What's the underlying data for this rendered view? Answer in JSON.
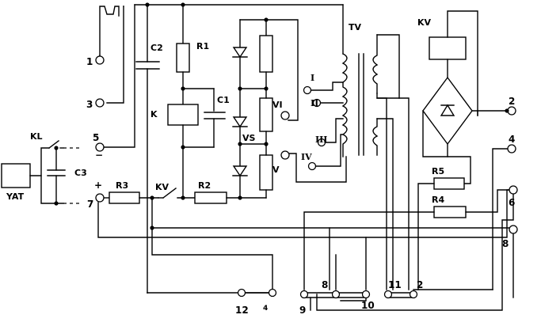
{
  "components": {
    "C1": "C1",
    "C2": "C2",
    "C3": "C3",
    "R1": "R1",
    "R2": "R2",
    "R3": "R3",
    "R4": "R4",
    "R5": "R5",
    "K": "K",
    "KL": "KL",
    "KV_top": "KV",
    "KV_contact": "KV",
    "VS": "VS",
    "V": "V",
    "VI": "VI",
    "TV": "TV",
    "YAT": "YAT"
  },
  "taps": {
    "I": "I",
    "II": "II",
    "III": "III",
    "IV": "IV"
  },
  "terminals": {
    "t1": "1",
    "t3": "3",
    "t5": "5",
    "t7": "7",
    "t2": "2",
    "t4": "4",
    "t6": "6",
    "t8": "8",
    "b12": "12",
    "b4": "4",
    "b9": "9",
    "b8": "8",
    "b10": "10",
    "b11": "11",
    "b2": "2"
  },
  "polarity": {
    "plus": "+",
    "minus": "−"
  }
}
